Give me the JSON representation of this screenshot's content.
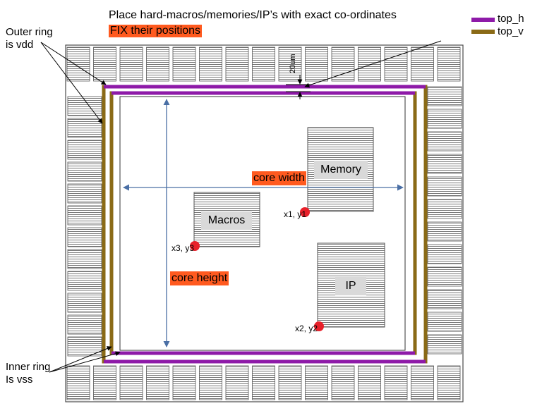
{
  "header": {
    "line1": "Place hard-macros/memories/IP’s with exact co-ordinates",
    "line2": "FIX their positions"
  },
  "legend": [
    {
      "label": "top_h",
      "color": "#8e1aa8"
    },
    {
      "label": "top_v",
      "color": "#8a6a16"
    }
  ],
  "callouts": {
    "outer_ring": [
      "Outer ring",
      "is vdd"
    ],
    "inner_ring": [
      "Inner ring",
      "Is vss"
    ],
    "spacing": "20um"
  },
  "dimensions": {
    "core_width": "core width",
    "core_height": "core height"
  },
  "blocks": {
    "memory": "Memory",
    "macros": "Macros",
    "ip": "IP"
  },
  "points": {
    "p1": "x1, y1",
    "p2": "x2, y2",
    "p3": "x3, y3"
  },
  "colors": {
    "highlight": "#ff5a1f",
    "pin_marker": "#e8202a",
    "arrow": "#4a6fa5",
    "ring_h": "#8e1aa8",
    "ring_v": "#8a6a16"
  }
}
